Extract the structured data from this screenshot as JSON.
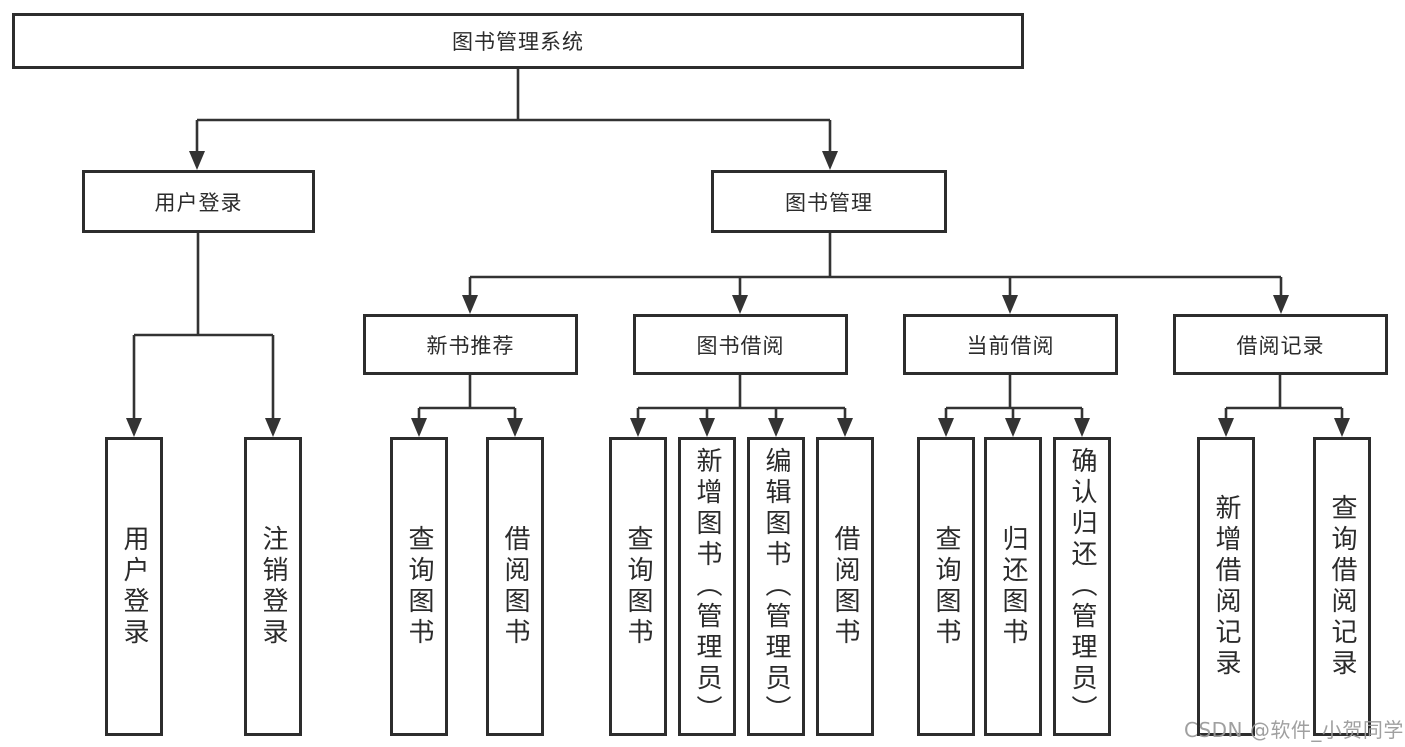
{
  "diagram": {
    "root": {
      "label": "图书管理系统"
    },
    "level2": {
      "user_login": {
        "label": "用户登录"
      },
      "book_mgmt": {
        "label": "图书管理"
      }
    },
    "level3": {
      "new_book_rec": {
        "label": "新书推荐"
      },
      "book_borrow": {
        "label": "图书借阅"
      },
      "current_borrow": {
        "label": "当前借阅"
      },
      "borrow_record": {
        "label": "借阅记录"
      }
    },
    "leaves": {
      "user_login": {
        "label": "用户登录"
      },
      "logout": {
        "label": "注销登录"
      },
      "rec_query_book": {
        "label": "查询图书"
      },
      "rec_borrow_book": {
        "label": "借阅图书"
      },
      "bb_query_book": {
        "label": "查询图书"
      },
      "bb_add_book": {
        "label": "新增图书（管理员）"
      },
      "bb_edit_book": {
        "label": "编辑图书（管理员）"
      },
      "bb_borrow_book": {
        "label": "借阅图书"
      },
      "cb_query_book": {
        "label": "查询图书"
      },
      "cb_return_book": {
        "label": "归还图书"
      },
      "cb_confirm_return": {
        "label": "确认归还（管理员）"
      },
      "br_add_record": {
        "label": "新增借阅记录"
      },
      "br_query_record": {
        "label": "查询借阅记录"
      }
    }
  },
  "watermark": {
    "text": "CSDN @软件_小贺同学"
  },
  "colors": {
    "line": "#333333",
    "box_border": "#2d2d2d",
    "text": "#2b2b2b",
    "background": "#ffffff",
    "watermark": "#9b9b9b"
  }
}
